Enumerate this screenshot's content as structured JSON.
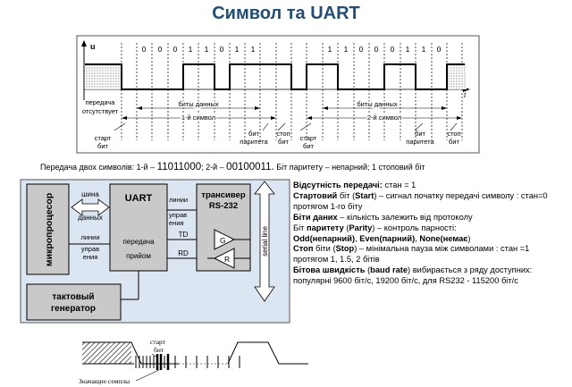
{
  "title": "Символ та UART",
  "timing": {
    "axis_u": "u",
    "axis_t": "t",
    "bits_symbol_1": [
      "0",
      "0",
      "0",
      "1",
      "1",
      "0",
      "1",
      "1"
    ],
    "bits_symbol_2": [
      "1",
      "1",
      "0",
      "0",
      "0",
      "1",
      "1",
      "0"
    ],
    "idle_label_line1": "передача",
    "idle_label_line2": "отсутствует",
    "data_bits_label_1": "биты данных",
    "data_bits_label_2": "биты данных",
    "symbol_label_1": "1-й символ",
    "symbol_label_2": "2-й символ",
    "start_label": "старт",
    "bit_label": "бит",
    "parity_label": "паритета",
    "stop_label": "стоп"
  },
  "caption": {
    "prefix": "Передача  двох символів:  1-й – ",
    "sym1": "11011000",
    "mid": "; 2-й – ",
    "sym2": "00100011.",
    "suffix": " Біт паритету – непарний;  1 стоповий біт"
  },
  "block": {
    "mcu_label": "микропроцесор",
    "bus_line1": "шина",
    "bus_line2": "данных",
    "ctrl_line1": "линии",
    "ctrl_line2": "управ",
    "ctrl_line3": "ения",
    "uart_title": "UART",
    "uart_tx": "передача",
    "uart_rx": "прийом",
    "ctrl2_line1": "линии",
    "ctrl2_line2": "управ",
    "ctrl2_line3": "ения",
    "td_label": "TD",
    "rd_label": "RD",
    "transceiver_line1": "трансивер",
    "transceiver_line2": "RS-232",
    "g_label": "G",
    "r_label": "R",
    "serial_line": "serial line",
    "clock_line1": "тактовый",
    "clock_line2": "генератор"
  },
  "description": {
    "p1_b": "Відсутність передачі:",
    "p1_t": " стан  = 1",
    "p2_b1": "Стартовий",
    "p2_t1": " біт (",
    "p2_b2": "Start",
    "p2_t2": ") – сигнал початку передачі символу : стан=0 протягом 1-го біту",
    "p3_b": "Біти даних",
    "p3_t": " – кількість залежить від протоколу",
    "p4_t1": "Біт ",
    "p4_b1": "паритету",
    "p4_t2": " (",
    "p4_b2": "Parity",
    "p4_t3": ") – контроль парності:",
    "p5_b1": "Odd(непарний)",
    "p5_t1": ", ",
    "p5_b2": "Even(парний)",
    "p5_t2": ", ",
    "p5_b3": "None(немає",
    "p5_t3": ")",
    "p6_b1": "Стоп",
    "p6_t1": " біти (",
    "p6_b2": "Stop",
    "p6_t2": ") – мінімальна пауза між символами : стан =1 протягом 1, 1.5, 2 бітів",
    "p7_b1": "Бітова швидкість",
    "p7_t1": " (",
    "p7_b2": "baud rate",
    "p7_t2": ")  вибирається з ряду доступних: популярні 9600 біт/с, 19200 біт/с, для RS232 - 115200 біт/с"
  },
  "sampling": {
    "start_line1": "старт",
    "start_line2": "бит",
    "samples_label": "Значащие семплы"
  }
}
